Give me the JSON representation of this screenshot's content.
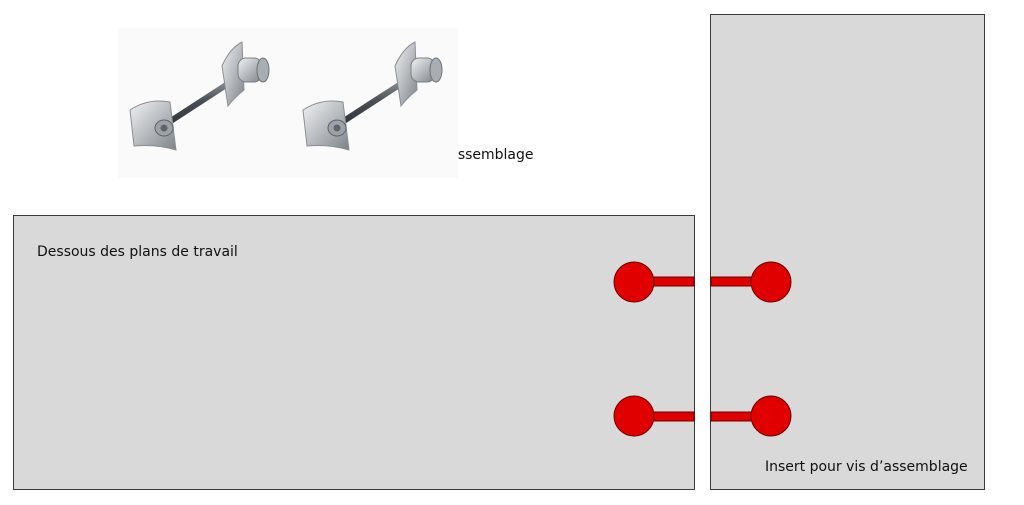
{
  "labels": {
    "screw": "Vis d’assemblage",
    "worktop": "Dessous des plans de travail",
    "insert": "Insert pour vis d’assemblage"
  },
  "photo": {
    "subject": "connector-screw",
    "count": 2
  },
  "connectors": {
    "count": 2,
    "color": "#e00000",
    "outline": "#6b0000"
  },
  "colors": {
    "panel_fill": "#d9d9d9",
    "panel_border": "#3a3a3a",
    "background": "#ffffff"
  }
}
